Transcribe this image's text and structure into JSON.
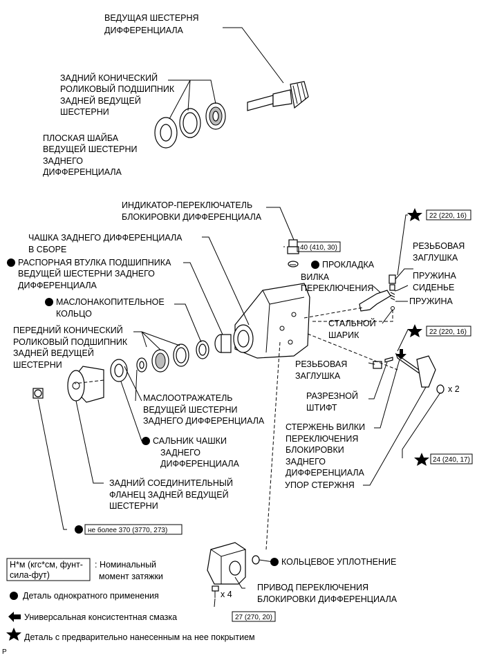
{
  "labels": {
    "drive_pinion": [
      "ВЕДУЩАЯ ШЕСТЕРНЯ",
      "ДИФФЕРЕНЦИАЛА"
    ],
    "rear_bearing": [
      "ЗАДНИЙ КОНИЧЕСКИЙ",
      "РОЛИКОВЫЙ ПОДШИПНИК",
      "ЗАДНЕЙ ВЕДУЩЕЙ",
      "ШЕСТЕРНИ"
    ],
    "washer": [
      "ПЛОСКАЯ ШАЙБА",
      "ВЕДУЩЕЙ ШЕСТЕРНИ",
      "ЗАДНЕГО",
      "ДИФФЕРЕНЦИАЛА"
    ],
    "indicator_switch": [
      "ИНДИКАТОР-ПЕРЕКЛЮЧАТЕЛЬ",
      "БЛОКИРОВКИ ДИФФЕРЕНЦИАЛА"
    ],
    "carrier": [
      "ЧАШКА ЗАДНЕГО ДИФФЕРЕНЦИАЛА",
      "В СБОРЕ"
    ],
    "spacer": [
      "РАСПОРНАЯ ВТУЛКА ПОДШИПНИКА",
      "ВЕДУЩЕЙ ШЕСТЕРНИ ЗАДНЕГО",
      "ДИФФЕРЕНЦИАЛА"
    ],
    "gasket": "ПРОКЛАДКА",
    "oil_ring": [
      "МАСЛОНАКОПИТЕЛЬНОЕ",
      "КОЛЬЦО"
    ],
    "shift_fork": [
      "ВИЛКА",
      "ПЕРЕКЛЮЧЕНИЯ"
    ],
    "screw_plug_1": [
      "РЕЗЬБОВАЯ",
      "ЗАГЛУШКА"
    ],
    "spring_seat": [
      "ПРУЖИНА",
      "СИДЕНЬЕ"
    ],
    "spring": "ПРУЖИНА",
    "steel_ball": [
      "СТАЛЬНОЙ",
      "ШАРИК"
    ],
    "front_bearing": [
      "ПЕРЕДНИЙ КОНИЧЕСКИЙ",
      "РОЛИКОВЫЙ ПОДШИПНИК",
      "ЗАДНЕЙ ВЕДУЩЕЙ",
      "ШЕСТЕРНИ"
    ],
    "screw_plug_2": [
      "РЕЗЬБОВАЯ",
      "ЗАГЛУШКА"
    ],
    "slotted_pin": [
      "РАЗРЕЗНОЙ",
      "ШТИФТ"
    ],
    "deflector": [
      "МАСЛООТРАЖАТЕЛЬ",
      "ВЕДУЩЕЙ ШЕСТЕРНИ",
      "ЗАДНЕГО ДИФФЕРЕНЦИАЛА"
    ],
    "oil_seal": [
      "САЛЬНИК ЧАШКИ",
      "ЗАДНЕГО",
      "ДИФФЕРЕНЦИАЛА"
    ],
    "shaft": [
      "СТЕРЖЕНЬ ВИЛКИ",
      "ПЕРЕКЛЮЧЕНИЯ",
      "БЛОКИРОВКИ",
      "ЗАДНЕГО",
      "ДИФФЕРЕНЦИАЛА"
    ],
    "flange": [
      "ЗАДНИЙ СОЕДИНИТЕЛЬНЫЙ",
      "ФЛАНЕЦ ЗАДНЕЙ ВЕДУЩЕЙ",
      "ШЕСТЕРНИ"
    ],
    "shaft_stop": "УПОР СТЕРЖНЯ",
    "o_ring": "КОЛЬЦЕВОЕ УПЛОТНЕНИЕ",
    "actuator": [
      "ПРИВОД ПЕРЕКЛЮЧЕНИЯ",
      "БЛОКИРОВКИ ДИФФЕРЕНЦИАЛА"
    ]
  },
  "torques": {
    "switch": "40 (410, 30)",
    "plug_top": "22 (220, 16)",
    "plug_mid": "22 (220, 16)",
    "stop_bolt": "24 (240, 17)",
    "nut": "не более 370 (3770, 273)",
    "actuator": "27 (270, 20)"
  },
  "counts": {
    "x2": "x 2",
    "x4": "x 4"
  },
  "legend": {
    "torque_box": [
      "Н*м (кгс*см, фунт-",
      "сила-фут)"
    ],
    "torque_desc": [
      ": Номинальный",
      "момент затяжки"
    ],
    "non_reusable": "Деталь однократного применения",
    "grease": "Универсальная консистентная смазка",
    "precoated": "Деталь с предварительно нанесенным на нее покрытием"
  },
  "corner_mark": "P"
}
